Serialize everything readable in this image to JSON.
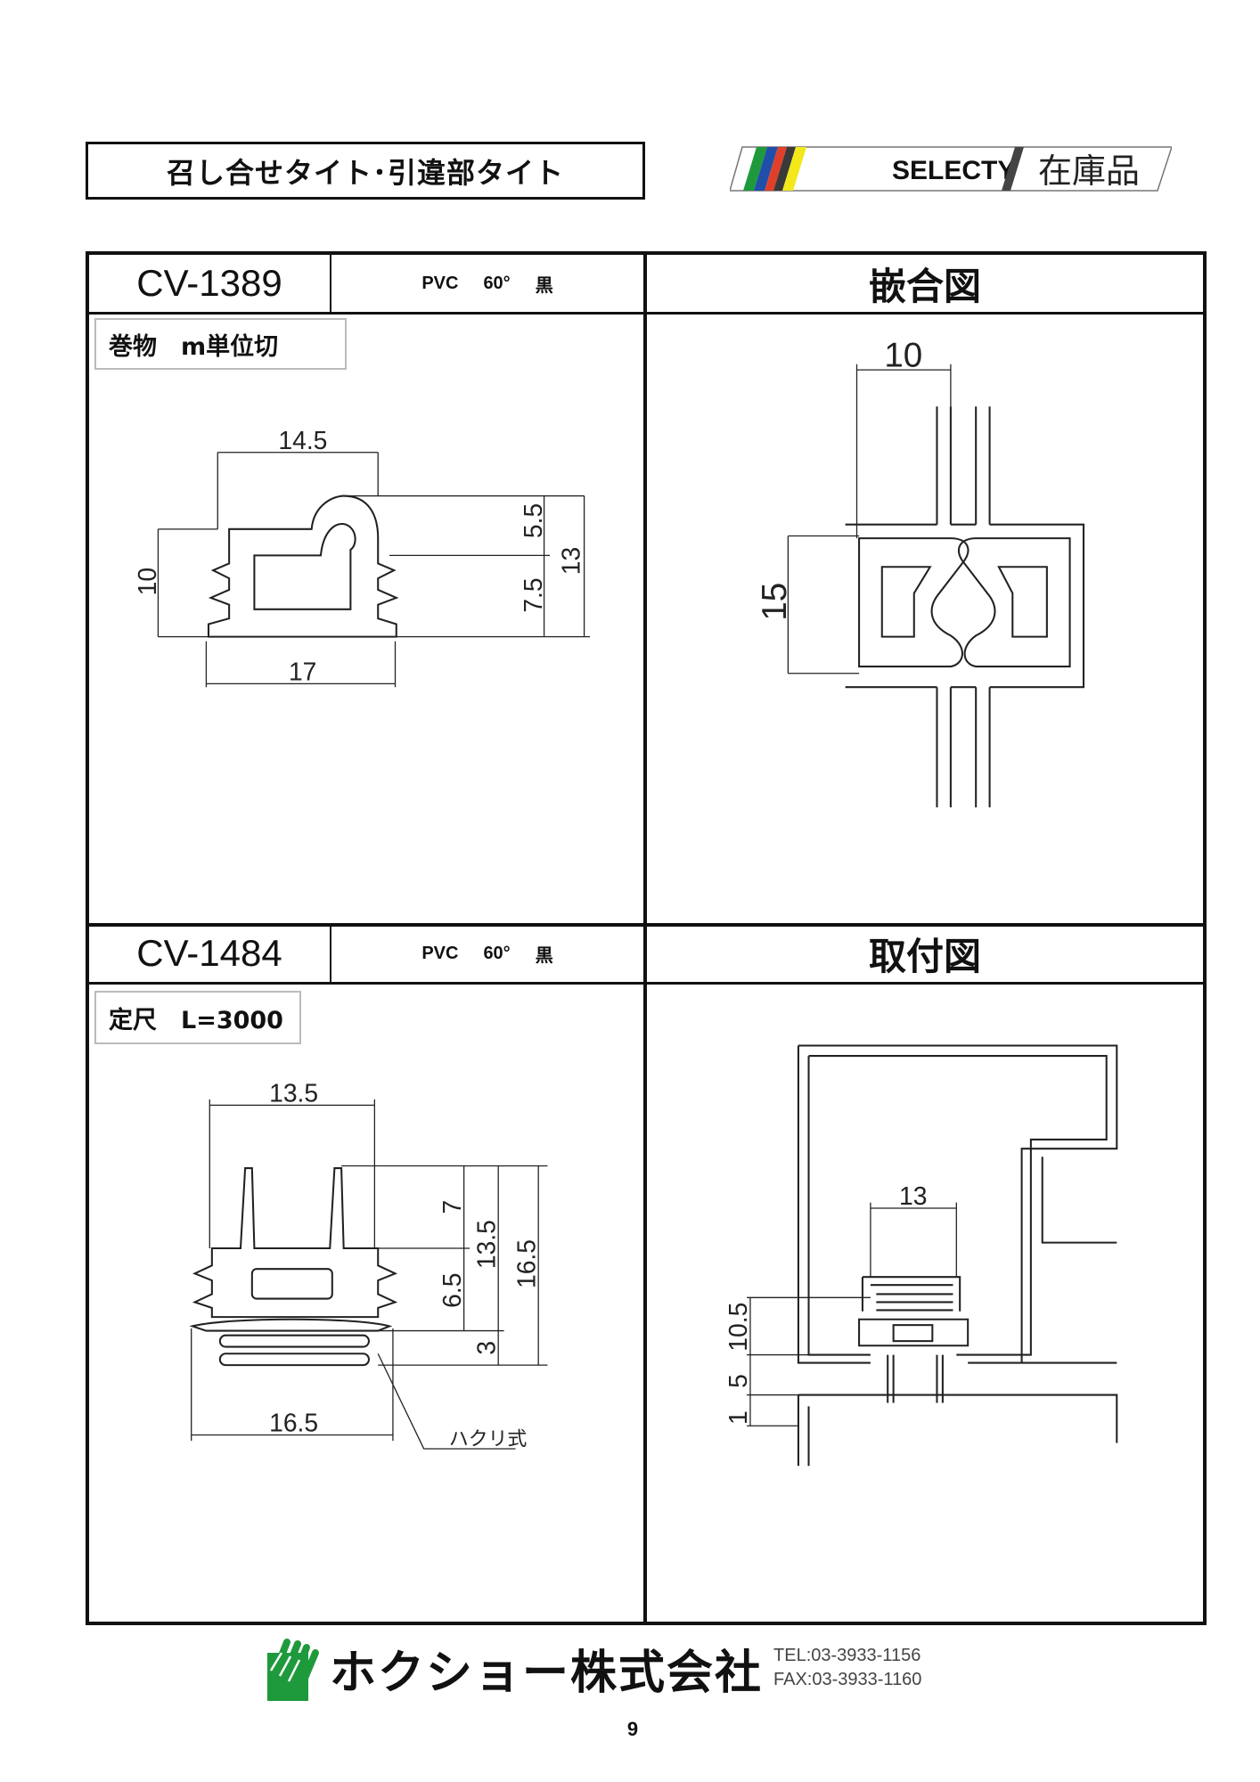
{
  "header": {
    "title": "召し合せタイト･引違部タイト",
    "brand": "SELECTY",
    "stock_label": "在庫品",
    "brand_colors": [
      "#1e9a3c",
      "#1f4fa8",
      "#e0402a",
      "#3a3a3a",
      "#f2e81a"
    ]
  },
  "products": [
    {
      "code": "CV-1389",
      "material": "PVC",
      "hardness": "60°",
      "color": "黒",
      "supply": "巻物　m単位切",
      "dimensions": {
        "top": "14.5",
        "upper_right": "5.5",
        "lower_right": "7.5",
        "total_height": "13",
        "left_height": "10",
        "bottom": "17"
      }
    },
    {
      "code": "CV-1484",
      "material": "PVC",
      "hardness": "60°",
      "color": "黒",
      "supply": "定尺　L=3000",
      "dimensions": {
        "top": "13.5",
        "fin": "7",
        "body": "6.5",
        "mid": "13.5",
        "base": "3",
        "total_height": "16.5",
        "bottom": "16.5"
      },
      "callout": "ハクリ式"
    }
  ],
  "panels": {
    "fitting_title": "嵌合図",
    "fitting_dims": {
      "width": "10",
      "height": "15"
    },
    "mounting_title": "取付図",
    "mounting_dims": {
      "width": "13",
      "a": "10.5",
      "b": "5",
      "c": "1"
    }
  },
  "footer": {
    "company": "ホクショー株式会社",
    "tel": "TEL:03-3933-1156",
    "fax": "FAX:03-3933-1160",
    "logo_color": "#1e9a3c",
    "page_number": "9"
  }
}
